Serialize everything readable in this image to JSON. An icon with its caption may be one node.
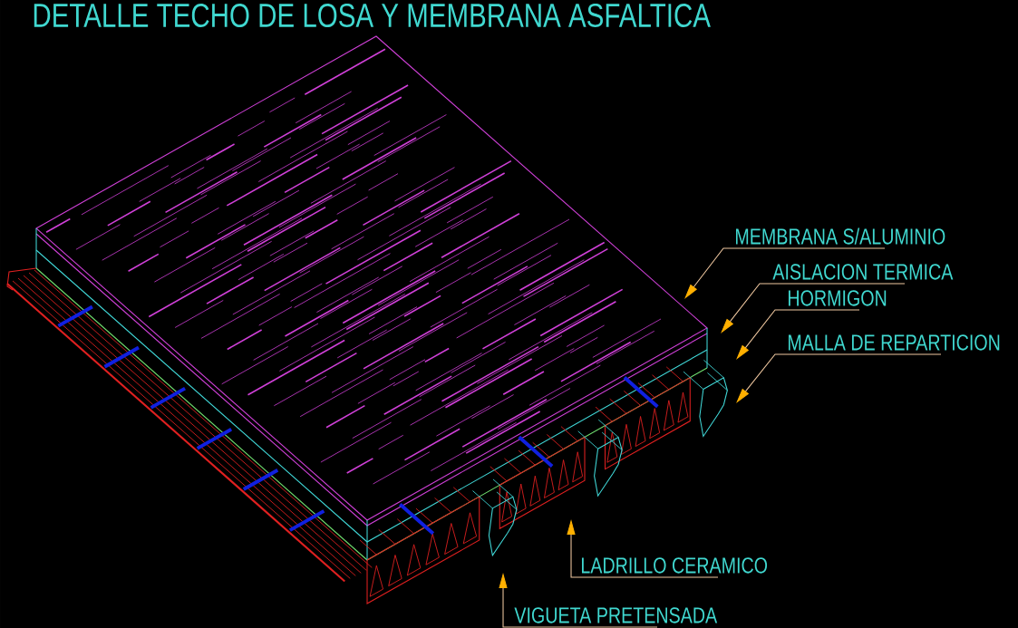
{
  "diagram": {
    "title": "DETALLE TECHO DE LOSA Y MEMBRANA ASFALTICA",
    "nodes": [
      {
        "text": [
          "MEMBRANA S/ALUMINIO"
        ]
      },
      {
        "text": [
          "AISLACION TERMICA"
        ]
      },
      {
        "text": [
          "HORMIGON"
        ]
      },
      {
        "text": [
          "MALLA DE REPARTICION"
        ]
      },
      {
        "text": [
          "LADRILLO CERAMICO"
        ]
      },
      {
        "text": [
          "VIGUETA PRETENSADA"
        ]
      }
    ],
    "edges": [
      {
        "from": 0,
        "to": null,
        "arrow": "to"
      },
      {
        "from": 1,
        "to": null,
        "arrow": "to"
      },
      {
        "from": 2,
        "to": null,
        "arrow": "to"
      },
      {
        "from": 3,
        "to": null,
        "arrow": "to"
      },
      {
        "from": 4,
        "to": null,
        "arrow": "to"
      },
      {
        "from": 5,
        "to": null,
        "arrow": "to"
      }
    ]
  }
}
